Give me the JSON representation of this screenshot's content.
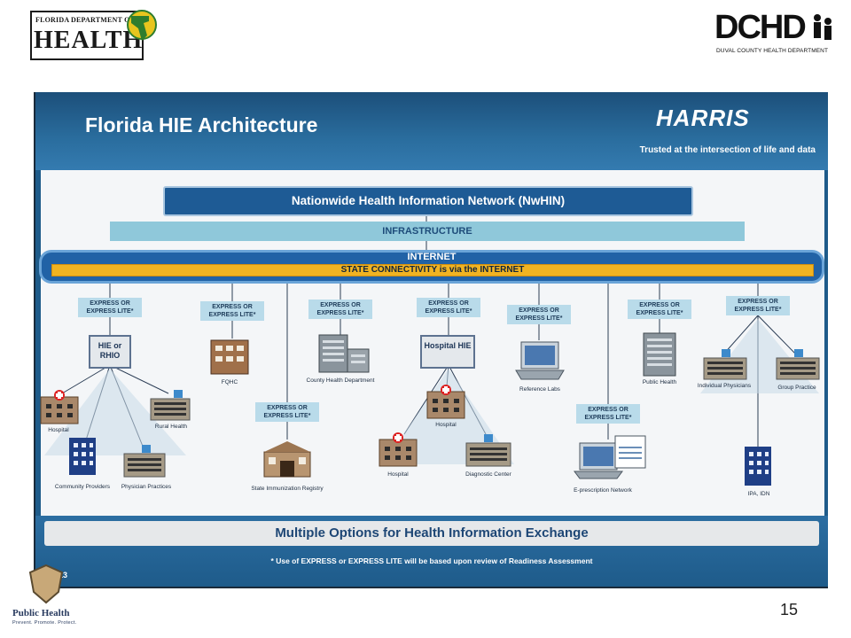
{
  "header": {
    "fdoh_logo": {
      "small": "FLORIDA DEPARTMENT OF",
      "big": "HEALTH"
    },
    "dchd_logo": {
      "big": "DCHD",
      "sub": "DUVAL COUNTY HEALTH DEPARTMENT"
    }
  },
  "slide": {
    "title": "Florida HIE Architecture",
    "brand": "HARRIS",
    "tagline": "Trusted at the intersection of life and data",
    "nwhin": "Nationwide Health Information Network (NwHIN)",
    "infrastructure": "INFRASTRUCTURE",
    "internet": "INTERNET",
    "state_connectivity": "STATE CONNECTIVITY is via the INTERNET",
    "express_label": "EXPRESS OR EXPRESS LITE*",
    "nodes": {
      "hie_rhio": "HIE or RHIO",
      "hospital_hie": "Hospital HIE"
    },
    "labels": {
      "hospital_left": "Hospital",
      "rural_health": "Rural Health",
      "community_providers": "Community Providers",
      "physician_practices": "Physician Practices",
      "fqhc": "FQHC",
      "county_health_dept": "County Health Department",
      "state_immunization": "State Immunization Registry",
      "hospital_mid": "Hospital",
      "hospital_low": "Hospital",
      "diagnostic_center": "Diagnostic Center",
      "reference_labs": "Reference Labs",
      "e_prescription": "E-prescription Network",
      "public_health": "Public Health",
      "individual_physicians": "Individual Physicians",
      "group_practice": "Group Practice",
      "ipa_idn": "IPA, IDN"
    },
    "multiple_options": "Multiple Options for Health Information Exchange",
    "note": "* Use of  EXPRESS or EXPRESS LITE will be based upon review of Readiness Assessment",
    "slide_number": "13"
  },
  "footer": {
    "public_health": "Public Health",
    "public_health_sub": "Prevent. Promote. Protect.",
    "page_number": "15"
  },
  "colors": {
    "slide_blue": "#1e5b8a",
    "nwhin_blue": "#1e5b95",
    "infra": "#8fc8da",
    "state_band": "#f0b322"
  }
}
